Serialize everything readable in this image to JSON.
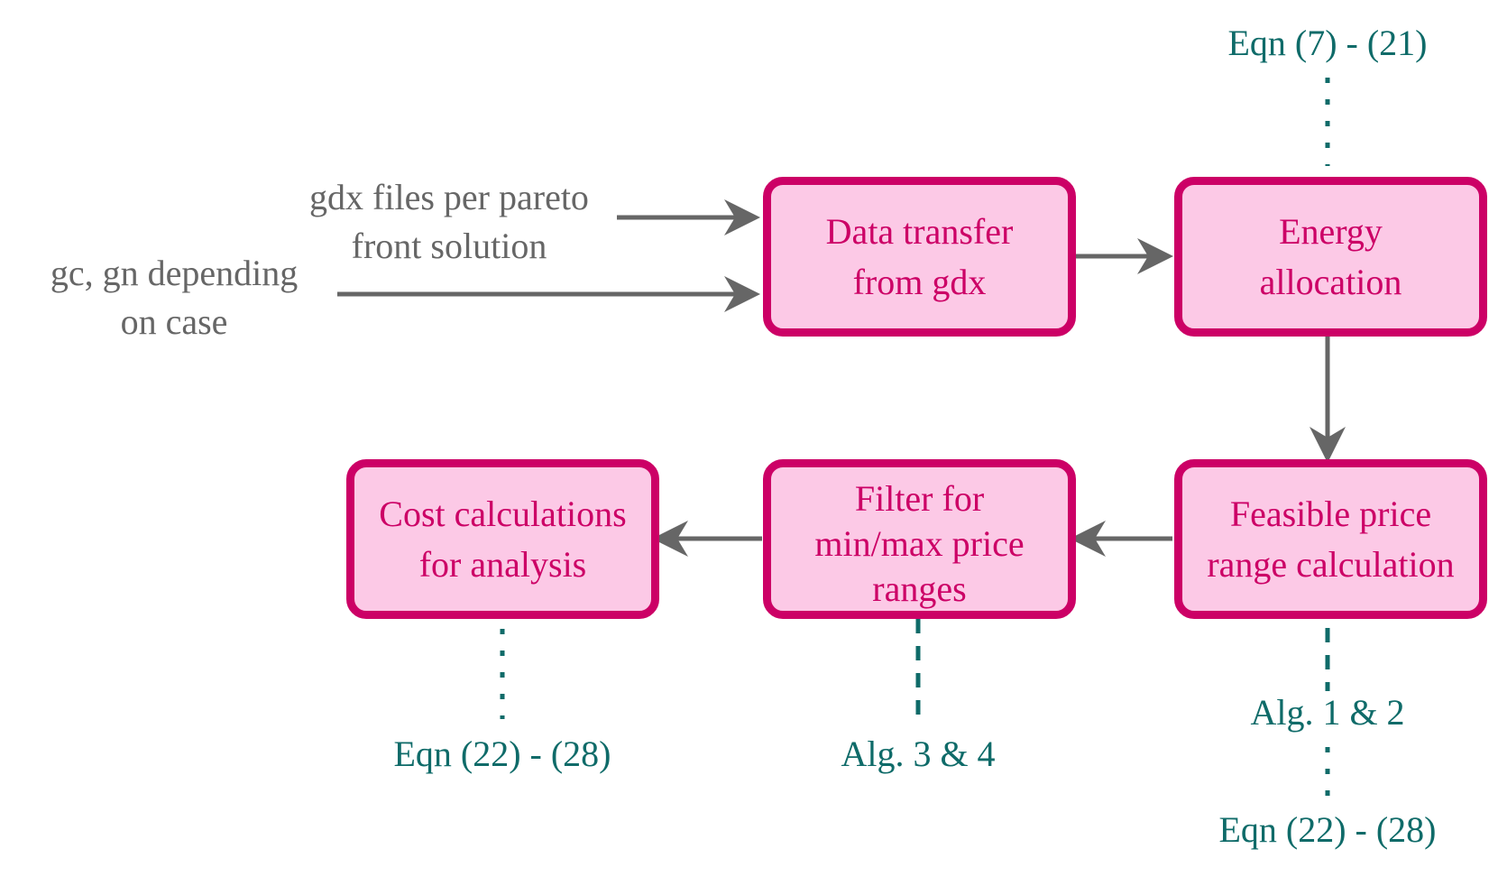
{
  "colors": {
    "box_border": "#cc0066",
    "box_fill": "#fcc9e6",
    "box_text": "#cc0066",
    "reference_text": "#0f6b69",
    "arrow": "#666666",
    "input_text": "#666666"
  },
  "inputs": {
    "gdx_files": [
      "gdx files per pareto",
      "front solution"
    ],
    "gc_gn": [
      "gc, gn depending",
      "on case"
    ]
  },
  "boxes": {
    "data_transfer": [
      "Data transfer",
      "from gdx"
    ],
    "energy_allocation": [
      "Energy",
      "allocation"
    ],
    "feasible_price": [
      "Feasible price",
      "range calculation"
    ],
    "filter": [
      "Filter for",
      "min/max price",
      "ranges"
    ],
    "cost_calc": [
      "Cost calculations",
      "for analysis"
    ]
  },
  "references": {
    "energy_allocation": "Eqn (7) - (21)",
    "feasible_price_alg": "Alg. 1 & 2",
    "feasible_price_eqn": "Eqn (22) - (28)",
    "filter": "Alg. 3 & 4",
    "cost_calc": "Eqn (22) - (28)"
  }
}
